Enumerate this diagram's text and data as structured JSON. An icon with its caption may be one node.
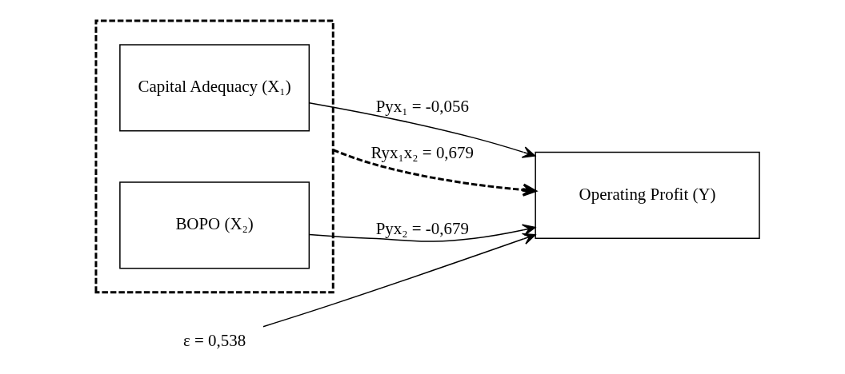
{
  "diagram": {
    "nodes": [
      {
        "text": [],
        "shape": "box"
      },
      {
        "text": [
          "Capital Adequacy (X₁)"
        ],
        "in": 0
      },
      {
        "text": [
          "BOPO (X₂)"
        ],
        "in": 0
      },
      {
        "text": [
          "Operating Profit (Y)"
        ]
      },
      {
        "text": [
          "ε = 0,538"
        ]
      }
    ],
    "edges": [
      {
        "from": 1,
        "to": 3,
        "arrow": "to",
        "label": "Pyx₁ = -0,056"
      },
      {
        "from": 2,
        "to": 3,
        "arrow": "to",
        "label": "Pyx₂ = -0,679"
      },
      {
        "from": 0,
        "to": 3,
        "arrow": "to",
        "label": "Ryx₁x₂ = 0,679",
        "style": "dashed"
      },
      {
        "from": 4,
        "to": 3,
        "arrow": "to"
      }
    ]
  }
}
